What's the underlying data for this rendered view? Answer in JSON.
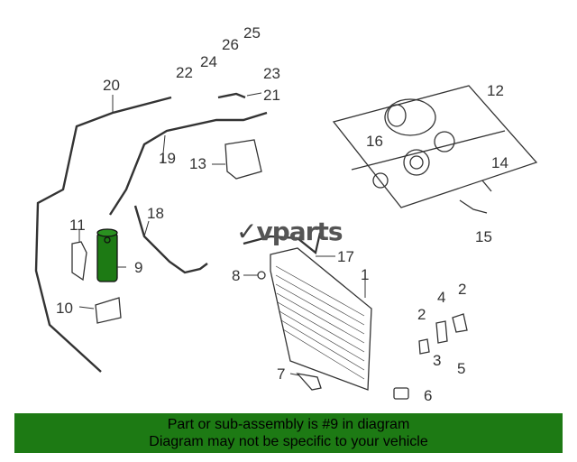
{
  "logo": {
    "brand": "vparts"
  },
  "callouts": [
    {
      "id": "c1",
      "text": "1"
    },
    {
      "id": "c2a",
      "text": "2"
    },
    {
      "id": "c2b",
      "text": "2"
    },
    {
      "id": "c3",
      "text": "3"
    },
    {
      "id": "c4",
      "text": "4"
    },
    {
      "id": "c5",
      "text": "5"
    },
    {
      "id": "c6",
      "text": "6"
    },
    {
      "id": "c7",
      "text": "7"
    },
    {
      "id": "c8",
      "text": "8"
    },
    {
      "id": "c9",
      "text": "9"
    },
    {
      "id": "c10",
      "text": "10"
    },
    {
      "id": "c11",
      "text": "11"
    },
    {
      "id": "c12",
      "text": "12"
    },
    {
      "id": "c13",
      "text": "13"
    },
    {
      "id": "c14",
      "text": "14"
    },
    {
      "id": "c15",
      "text": "15"
    },
    {
      "id": "c16",
      "text": "16"
    },
    {
      "id": "c17",
      "text": "17"
    },
    {
      "id": "c18",
      "text": "18"
    },
    {
      "id": "c19",
      "text": "19"
    },
    {
      "id": "c20",
      "text": "20"
    },
    {
      "id": "c21",
      "text": "21"
    },
    {
      "id": "c22",
      "text": "22"
    },
    {
      "id": "c23",
      "text": "23"
    },
    {
      "id": "c24",
      "text": "24"
    },
    {
      "id": "c25",
      "text": "25"
    },
    {
      "id": "c26",
      "text": "26"
    }
  ],
  "banner": {
    "line1": "Part or sub-assembly is #9 in diagram",
    "line2": "Diagram may not be specific to your vehicle"
  },
  "colors": {
    "highlight": "#1d7a14",
    "line": "#333333"
  }
}
